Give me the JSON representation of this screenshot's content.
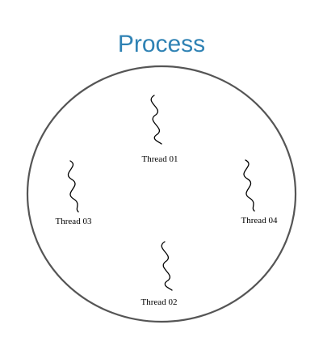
{
  "diagram": {
    "title": "Process",
    "threads": [
      {
        "label": "Thread 01"
      },
      {
        "label": "Thread 02"
      },
      {
        "label": "Thread 03"
      },
      {
        "label": "Thread 04"
      }
    ]
  },
  "colors": {
    "title": "#2f82b4",
    "boundary": "#555555",
    "thread": "#000000",
    "background": "#ffffff"
  },
  "icons": {
    "thread": "thread-squiggle-icon"
  }
}
